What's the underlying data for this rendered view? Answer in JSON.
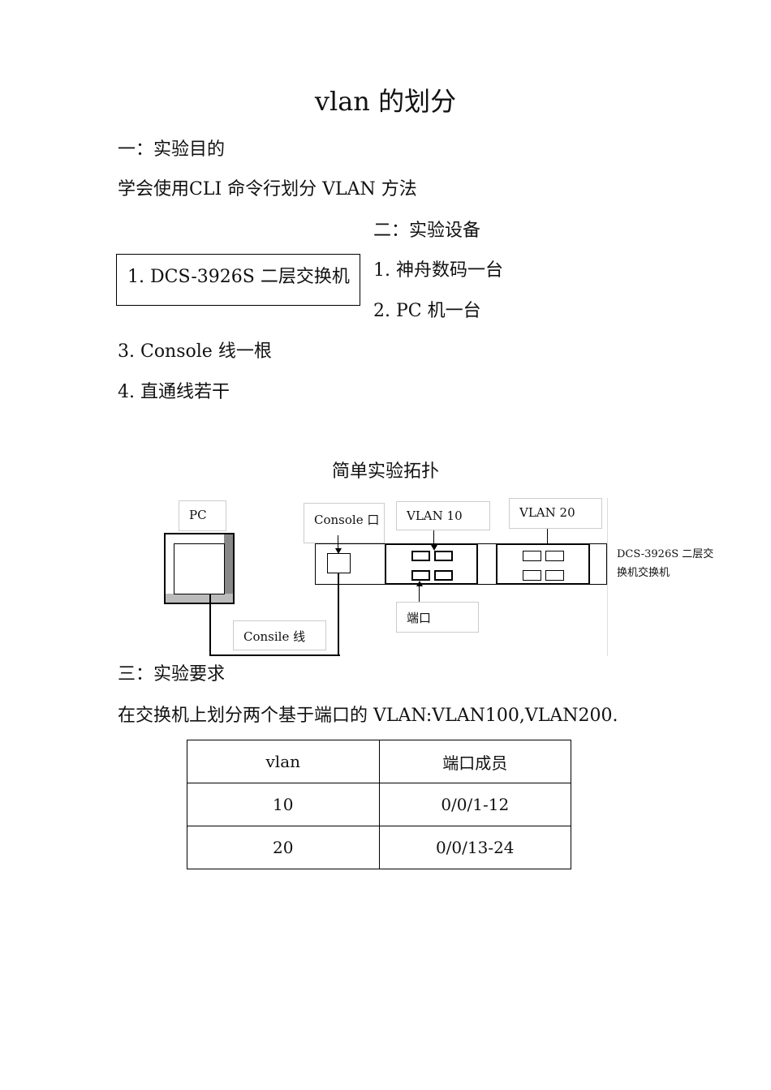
{
  "title": "vlan 的划分",
  "sections": {
    "s1_heading": "一：实验目的",
    "s1_text": "学会使用CLI 命令行划分  VLAN 方法",
    "s2_heading": "二：实验设备",
    "equipment": [
      "1.  DCS-3926S 二层交换机",
      "1.  神舟数码一台",
      "2.  PC 机一台",
      "3.  Console 线一根",
      "4.  直通线若干"
    ],
    "s3_heading": "三：实验要求",
    "s3_text": "在交换机上划分两个基于端口的 VLAN:VLAN100,VLAN200."
  },
  "diagram": {
    "title": "简单实验拓扑",
    "pc": "PC",
    "console_port": "Console 口",
    "vlan10": "VLAN 10",
    "vlan20": "VLAN 20",
    "port": "端口",
    "cable": "Consile 线",
    "switch_line1": "DCS-3926S  二层交",
    "switch_line2": "换机交换机"
  },
  "table": {
    "headers": [
      "vlan",
      "端口成员"
    ],
    "rows": [
      [
        "10",
        "0/0/1-12"
      ],
      [
        "20",
        "0/0/13-24"
      ]
    ]
  }
}
